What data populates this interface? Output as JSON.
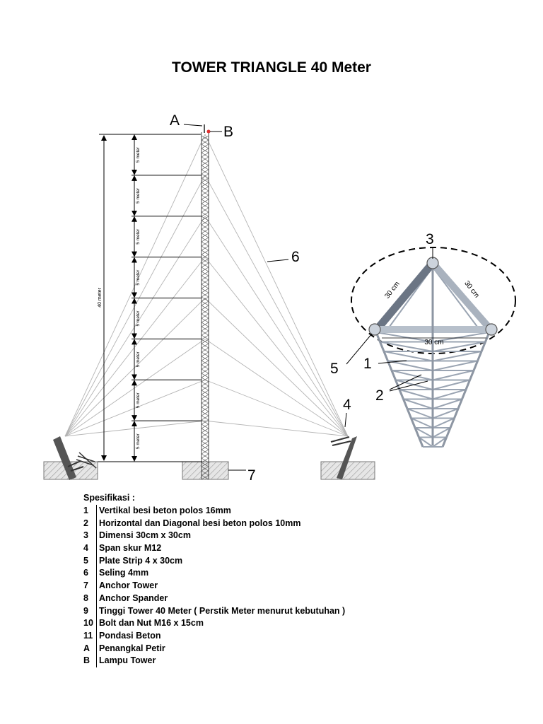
{
  "title": "TOWER TRIANGLE 40 Meter",
  "diagram": {
    "labels": {
      "A": "A",
      "B": "B",
      "n1": "1",
      "n2": "2",
      "n3": "3",
      "n4": "4",
      "n5": "5",
      "n6": "6",
      "n7": "7"
    },
    "height_label": "40 meter",
    "segment_label": "5 meter",
    "segment_count": 8,
    "dimension_label": "30 cm",
    "colors": {
      "line": "#000000",
      "guy": "#b4b4b4",
      "steel": "#8d96a3",
      "ground": "#cfcfcf"
    }
  },
  "specification": {
    "heading": "Spesifikasi :",
    "items": [
      {
        "num": "1",
        "text": "Vertikal besi beton polos 16mm"
      },
      {
        "num": "2",
        "text": "Horizontal dan Diagonal besi beton polos 10mm"
      },
      {
        "num": "3",
        "text": "Dimensi 30cm x 30cm"
      },
      {
        "num": "4",
        "text": "Span skur M12"
      },
      {
        "num": "5",
        "text": "Plate Strip 4 x 30cm"
      },
      {
        "num": "6",
        "text": "Seling 4mm"
      },
      {
        "num": "7",
        "text": "Anchor Tower"
      },
      {
        "num": "8",
        "text": "Anchor Spander"
      },
      {
        "num": "9",
        "text": "Tinggi Tower 40 Meter ( Perstik Meter menurut kebutuhan )"
      },
      {
        "num": "10",
        "text": "Bolt dan Nut M16 x 15cm"
      },
      {
        "num": "11",
        "text": "Pondasi Beton"
      },
      {
        "num": "A",
        "text": "Penangkal Petir"
      },
      {
        "num": "B",
        "text": "Lampu Tower"
      }
    ]
  }
}
